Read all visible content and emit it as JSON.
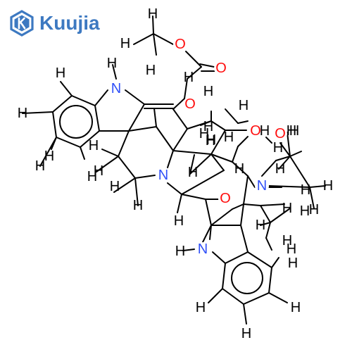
{
  "brand": {
    "name": "Kuujia",
    "color": "#3d79c1",
    "icon": "kuujia-hexagon-k-logo"
  },
  "colors": {
    "bond": "#000000",
    "carbon_hydrogen": "#000000",
    "nitrogen": "#3050f8",
    "oxygen": "#ff0d0d"
  },
  "atoms": [
    {
      "symbol": "H",
      "element": "H"
    },
    {
      "symbol": "H",
      "element": "H"
    },
    {
      "symbol": "H",
      "element": "H"
    },
    {
      "symbol": "O",
      "element": "O"
    },
    {
      "symbol": "O",
      "element": "O"
    },
    {
      "symbol": "H",
      "element": "H"
    },
    {
      "symbol": "H",
      "element": "H"
    },
    {
      "symbol": "N",
      "element": "N"
    },
    {
      "symbol": "O",
      "element": "O"
    },
    {
      "symbol": "H",
      "element": "H"
    },
    {
      "symbol": "H",
      "element": "H"
    },
    {
      "symbol": "H",
      "element": "H"
    },
    {
      "symbol": "H",
      "element": "H"
    },
    {
      "symbol": "H",
      "element": "H"
    },
    {
      "symbol": "H",
      "element": "H"
    },
    {
      "symbol": "H",
      "element": "H"
    },
    {
      "symbol": "H",
      "element": "H"
    },
    {
      "symbol": "H",
      "element": "H"
    },
    {
      "symbol": "O",
      "element": "O"
    },
    {
      "symbol": "H",
      "element": "H"
    },
    {
      "symbol": "O",
      "element": "O"
    },
    {
      "symbol": "H",
      "element": "H"
    },
    {
      "symbol": "H",
      "element": "H"
    },
    {
      "symbol": "H",
      "element": "H"
    },
    {
      "symbol": "H",
      "element": "H"
    },
    {
      "symbol": "H",
      "element": "H"
    },
    {
      "symbol": "H",
      "element": "H"
    },
    {
      "symbol": "H",
      "element": "H"
    },
    {
      "symbol": "H",
      "element": "H"
    },
    {
      "symbol": "H",
      "element": "H"
    },
    {
      "symbol": "N",
      "element": "N"
    },
    {
      "symbol": "H",
      "element": "H"
    },
    {
      "symbol": "N",
      "element": "N"
    },
    {
      "symbol": "H",
      "element": "H"
    },
    {
      "symbol": "H",
      "element": "H"
    },
    {
      "symbol": "H",
      "element": "H"
    },
    {
      "symbol": "H",
      "element": "H"
    },
    {
      "symbol": "H",
      "element": "H"
    },
    {
      "symbol": "O",
      "element": "O"
    },
    {
      "symbol": "H",
      "element": "H"
    },
    {
      "symbol": "H",
      "element": "H"
    },
    {
      "symbol": "H",
      "element": "H"
    },
    {
      "symbol": "H",
      "element": "H"
    },
    {
      "symbol": "H",
      "element": "H"
    },
    {
      "symbol": "N",
      "element": "N"
    },
    {
      "symbol": "H",
      "element": "H"
    },
    {
      "symbol": "H",
      "element": "H"
    },
    {
      "symbol": "H",
      "element": "H"
    },
    {
      "symbol": "H",
      "element": "H"
    },
    {
      "symbol": "H",
      "element": "H"
    },
    {
      "symbol": "H",
      "element": "H"
    },
    {
      "symbol": "H",
      "element": "H"
    }
  ]
}
